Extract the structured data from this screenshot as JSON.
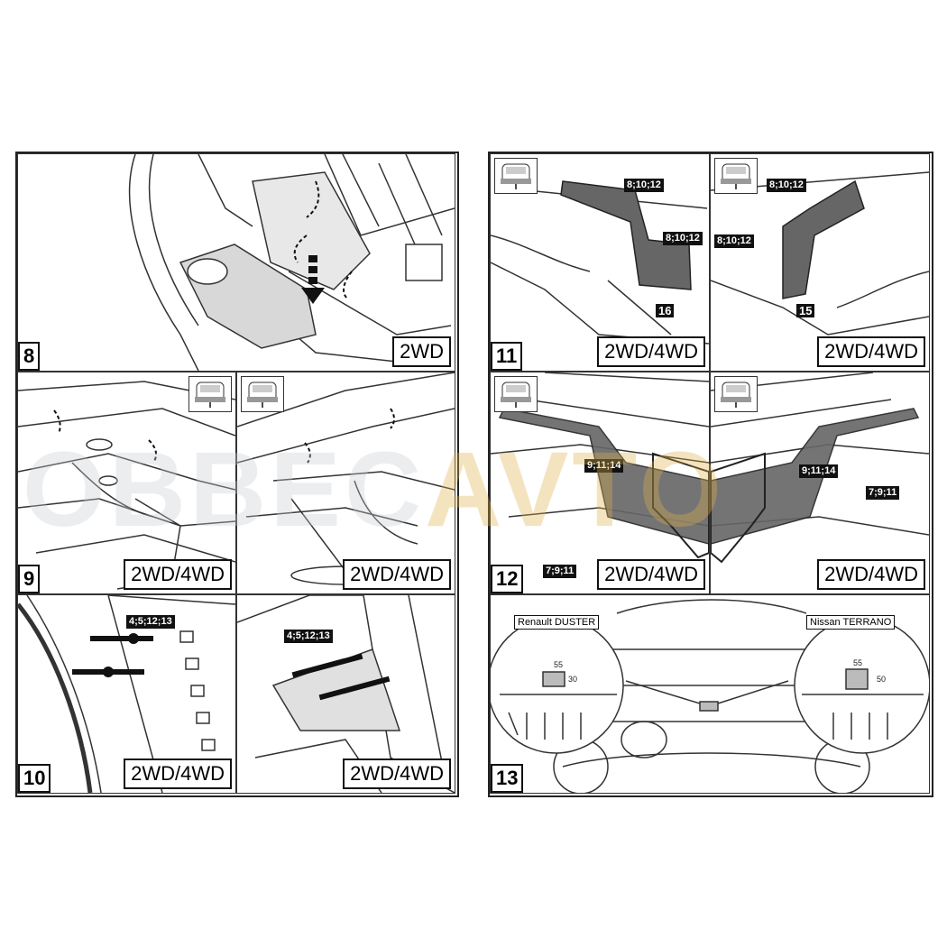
{
  "watermark": {
    "main": "OBBEC",
    "accent": "AVTO"
  },
  "steps": {
    "s8": {
      "number": "8",
      "drive": "2WD"
    },
    "s9": {
      "number": "9",
      "drive_left": "2WD/4WD",
      "drive_right": "2WD/4WD"
    },
    "s10": {
      "number": "10",
      "drive_left": "2WD/4WD",
      "drive_right": "2WD/4WD",
      "tag_left": "4;5;12;13",
      "tag_right": "4;5;12;13"
    },
    "s11": {
      "number": "11",
      "drive_left": "2WD/4WD",
      "drive_right": "2WD/4WD",
      "tag_a": "8;10;12",
      "tag_b": "8;10;12",
      "tag_c": "8;10;12",
      "tag_d": "8;10;12",
      "part_left": "16",
      "part_right": "15"
    },
    "s12": {
      "number": "12",
      "drive_left": "2WD/4WD",
      "drive_right": "2WD/4WD",
      "tag_a": "9;11;14",
      "tag_b": "7;9;11",
      "tag_c": "9;11;14",
      "tag_d": "7;9;11"
    },
    "s13": {
      "number": "13",
      "left_label": "Renault DUSTER",
      "right_label": "Nissan TERRANO",
      "left_w": "55",
      "left_h": "30",
      "right_w": "55",
      "right_h": "50"
    }
  },
  "icons": {
    "car": "car-rear-icon"
  }
}
